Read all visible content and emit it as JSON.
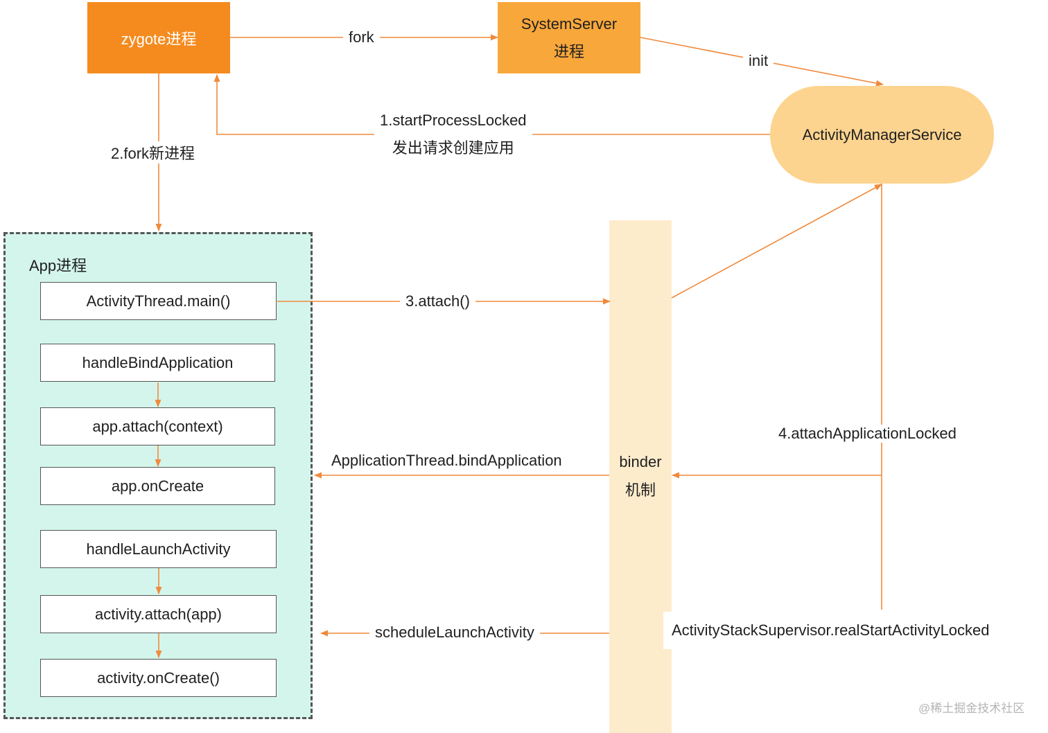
{
  "nodes": {
    "zygote": "zygote进程",
    "system_server_line1": "SystemServer",
    "system_server_line2": "进程",
    "ams": "ActivityManagerService",
    "app_region_title": "App进程",
    "binder_line1": "binder",
    "binder_line2": "机制"
  },
  "app_steps": [
    "ActivityThread.main()",
    "handleBindApplication",
    "app.attach(context)",
    "app.onCreate",
    "handleLaunchActivity",
    "activity.attach(app)",
    "activity.onCreate()"
  ],
  "edges": {
    "fork": "fork",
    "init": "init",
    "start_process_line1": "1.startProcessLocked",
    "start_process_line2": "发出请求创建应用",
    "fork_new": "2.fork新进程",
    "attach": "3.attach()",
    "attach_app_locked": "4.attachApplicationLocked",
    "bind_application": "ApplicationThread.bindApplication",
    "schedule_launch": "scheduleLaunchActivity",
    "real_start": "ActivityStackSupervisor.realStartActivityLocked"
  },
  "watermark": "@稀土掘金技术社区",
  "colors": {
    "zygote_fill": "#f58b1f",
    "system_server_fill": "#f8a73b",
    "ams_fill": "#fcd48f",
    "app_region_fill": "#d4f5ec",
    "binder_fill": "#fdeccc",
    "edge": "#f08a3c"
  }
}
